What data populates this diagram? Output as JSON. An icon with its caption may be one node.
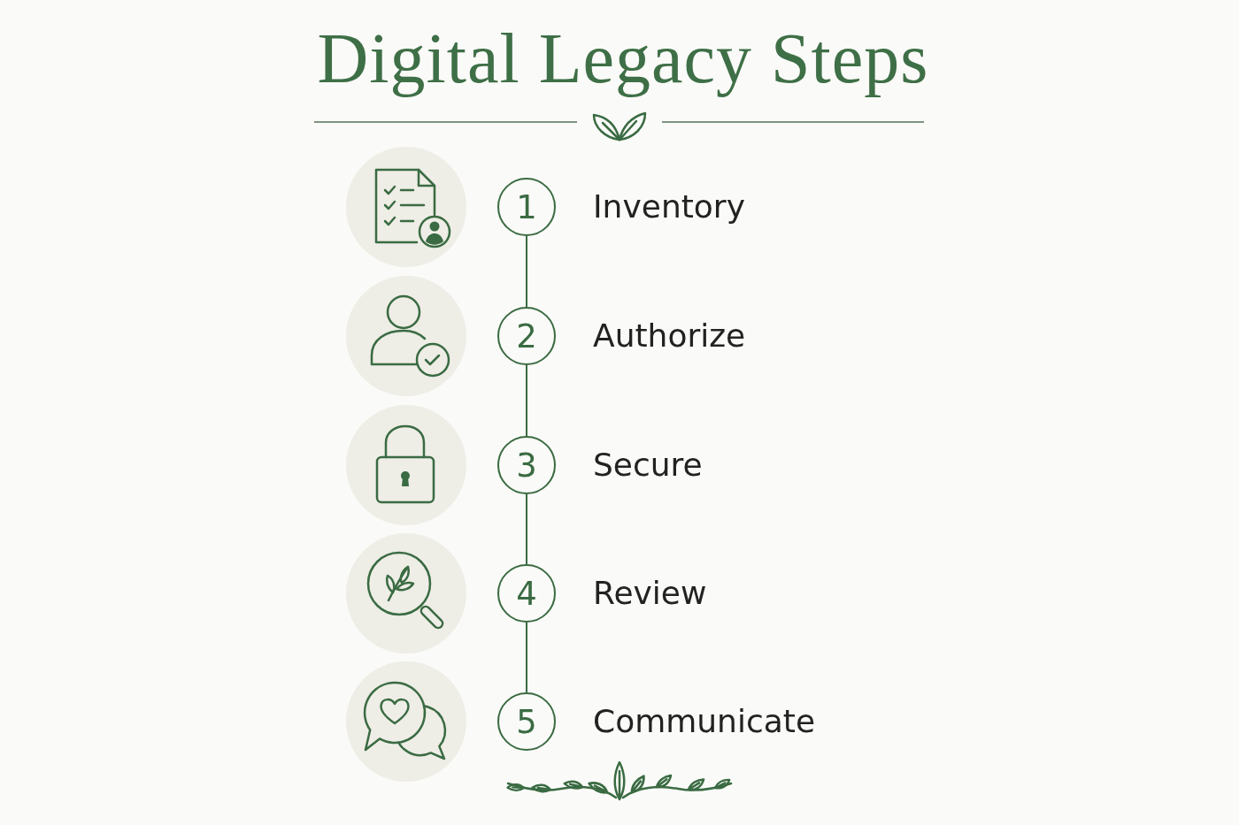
{
  "diagram": {
    "title": "Digital Legacy Steps",
    "nodes": [
      {
        "text": [
          "1"
        ],
        "beside": [
          "Inventory"
        ]
      },
      {
        "text": [
          "2"
        ],
        "beside": [
          "Authorize"
        ]
      },
      {
        "text": [
          "3"
        ],
        "beside": [
          "Secure"
        ]
      },
      {
        "text": [
          "4"
        ],
        "beside": [
          "Review"
        ]
      },
      {
        "text": [
          "5"
        ],
        "beside": [
          "Communicate"
        ]
      }
    ],
    "edges": [
      {
        "from": 0,
        "to": 1,
        "arrow": "none"
      },
      {
        "from": 1,
        "to": 2,
        "arrow": "none"
      },
      {
        "from": 2,
        "to": 3,
        "arrow": "none"
      },
      {
        "from": 3,
        "to": 4,
        "arrow": "none"
      }
    ]
  }
}
